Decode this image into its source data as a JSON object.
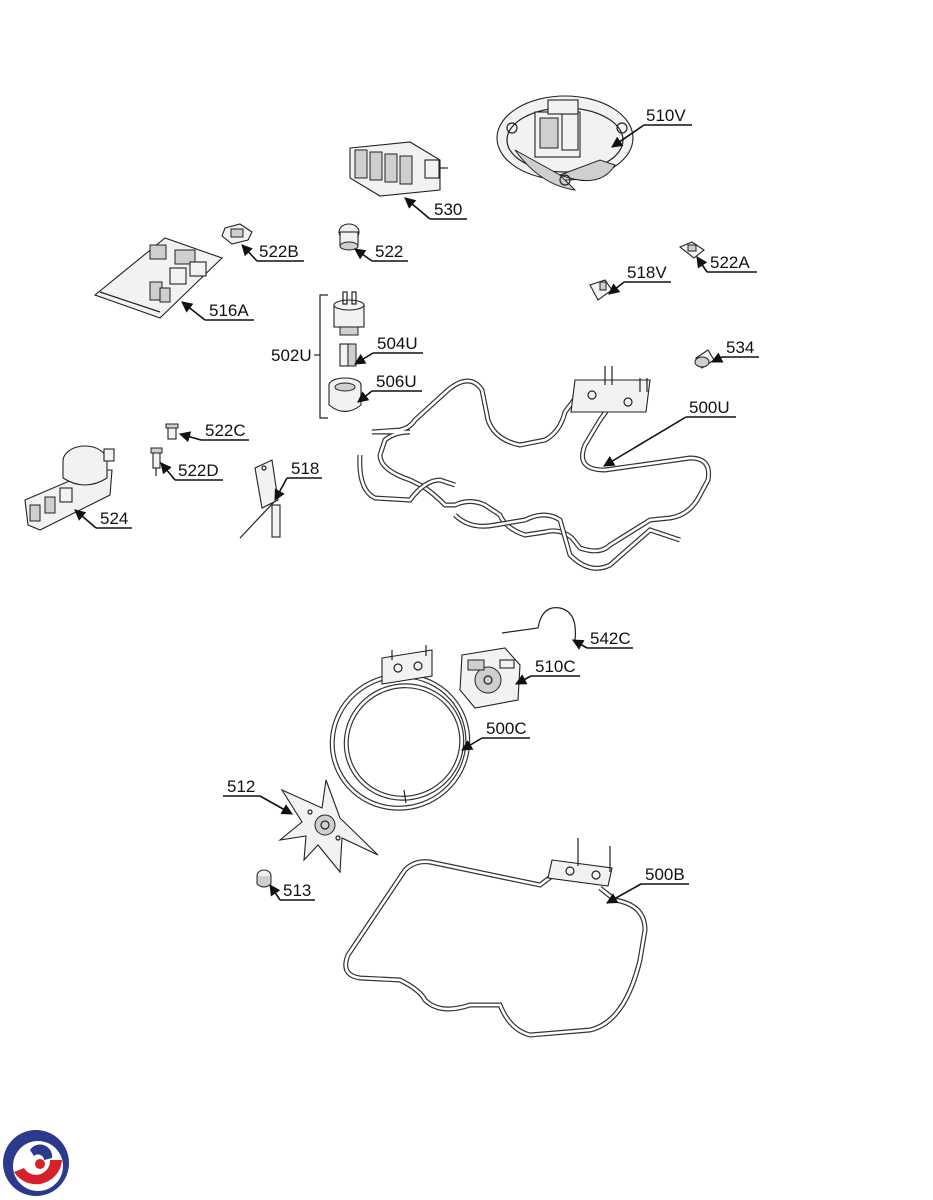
{
  "labels": {
    "l510V": "510V",
    "l530": "530",
    "l522B": "522B",
    "l522": "522",
    "l516A": "516A",
    "l502U": "502U",
    "l504U": "504U",
    "l506U": "506U",
    "l518V": "518V",
    "l522A": "522A",
    "l534": "534",
    "l500U": "500U",
    "l522C": "522C",
    "l522D": "522D",
    "l518": "518",
    "l524": "524",
    "l542C": "542C",
    "l510C": "510C",
    "l500C": "500C",
    "l512": "512",
    "l513": "513",
    "l500B": "500B"
  },
  "colors": {
    "logo_blue": "#2b3a8c",
    "logo_red": "#d6202a",
    "line": "#222222"
  }
}
